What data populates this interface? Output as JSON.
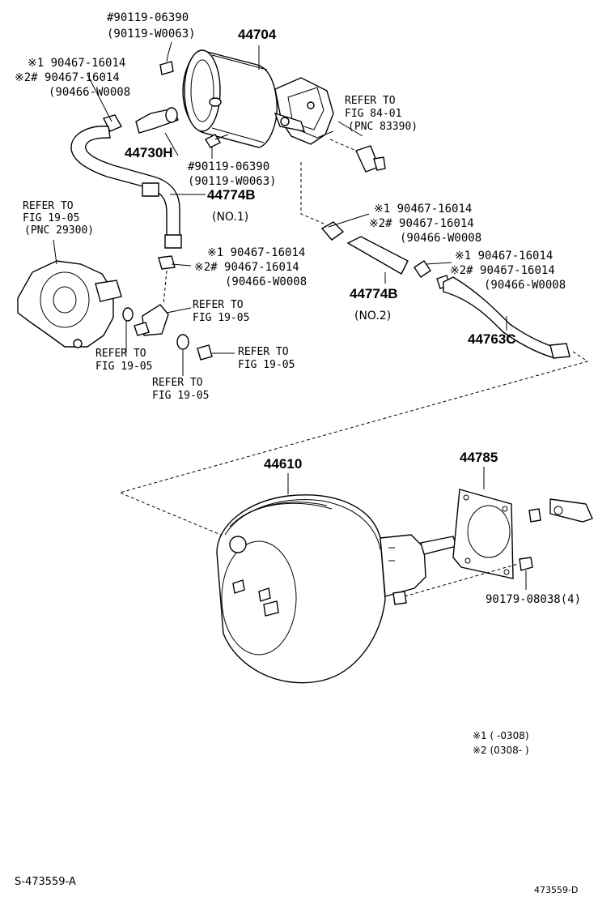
{
  "labels": {
    "p44704": "44704",
    "bolt_top_1": "#90119-06390",
    "bolt_top_2": "(90119-W0063)",
    "clampA_1": "※1 90467-16014",
    "clampA_2": "※2# 90467-16014",
    "clampA_3": "(90466-W0008",
    "refer84_1": "REFER TO",
    "refer84_2": "FIG 84-01",
    "refer84_3": "(PNC 83390)",
    "p44730H": "44730H",
    "bolt_mid_1": "#90119-06390",
    "bolt_mid_2": "(90119-W0063)",
    "p44774B_1": "44774B",
    "no1": "(NO.1)",
    "refer1905a_1": "REFER TO",
    "refer1905a_2": "FIG 19-05",
    "refer1905a_3": "(PNC 29300)",
    "clampB_1": "※1 90467-16014",
    "clampB_2": "※2# 90467-16014",
    "clampB_3": "(90466-W0008",
    "refer1905b_1": "REFER TO",
    "refer1905b_2": "FIG 19-05",
    "clampC_1": "※1 90467-16014",
    "clampC_2": "※2# 90467-16014",
    "clampC_3": "(90466-W0008",
    "p44774B_2": "44774B",
    "no2": "(NO.2)",
    "clampD_1": "※1 90467-16014",
    "clampD_2": "※2# 90467-16014",
    "clampD_3": "(90466-W0008",
    "p44763C": "44763C",
    "refer1905c_1": "REFER TO",
    "refer1905c_2": "FIG 19-05",
    "refer1905d_1": "REFER TO",
    "refer1905d_2": "FIG 19-05",
    "refer1905e_1": "REFER TO",
    "refer1905e_2": "FIG 19-05",
    "p44610": "44610",
    "p44785": "44785",
    "nut": "90179-08038(4)",
    "legend1": "※1  (       -0308)",
    "legend2": "※2  (0308-       )",
    "footer_left": "S-473559-A",
    "footer_right": "473559-D"
  }
}
